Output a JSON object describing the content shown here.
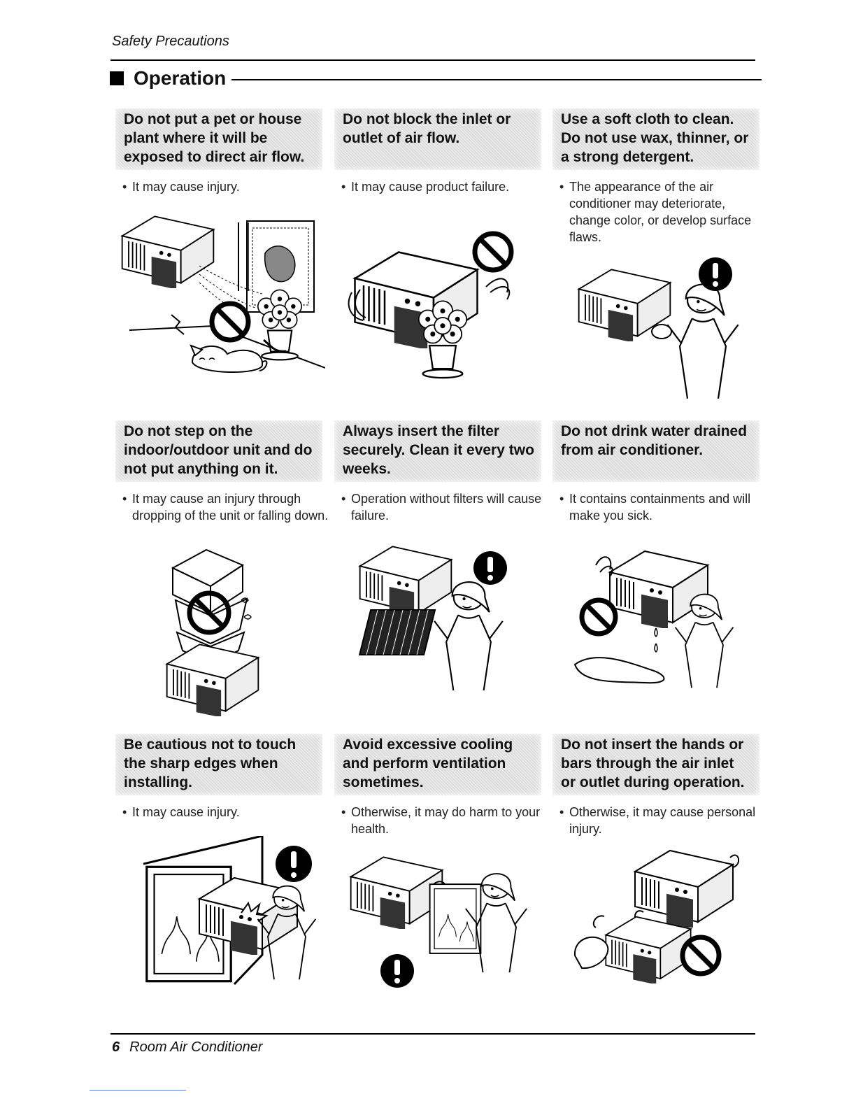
{
  "header": {
    "section_label": "Safety Precautions"
  },
  "section": {
    "title": "Operation"
  },
  "cards": [
    {
      "banner": "Do not put a pet or house plant where it will be exposed to direct air flow.",
      "bullet": "It may cause injury.",
      "icon": "prohibition-icon"
    },
    {
      "banner": "Do not block the inlet or outlet of  air flow.",
      "bullet": "It may cause product failure.",
      "icon": "prohibition-icon"
    },
    {
      "banner": "Use a soft cloth to clean. Do not use wax, thinner, or a strong detergent.",
      "bullet": "The appearance of the air conditioner may deteriorate, change color, or develop surface flaws.",
      "icon": "mandatory-icon"
    },
    {
      "banner": "Do not step on the indoor/outdoor unit and do not put anything on it.",
      "bullet": "It may cause an injury through dropping of the unit or falling down.",
      "icon": "prohibition-icon"
    },
    {
      "banner": "Always insert the filter securely. Clean it every two weeks.",
      "bullet": "Operation without filters will cause failure.",
      "icon": "mandatory-icon"
    },
    {
      "banner": "Do not drink water drained from air conditioner.",
      "bullet": "It contains containments and will make you sick.",
      "icon": "prohibition-icon"
    },
    {
      "banner": "Be cautious not to touch the sharp edges when installing.",
      "bullet": "It may cause injury.",
      "icon": "mandatory-icon"
    },
    {
      "banner": "Avoid excessive cooling and perform ventilation sometimes.",
      "bullet": "Otherwise, it may do harm to your health.",
      "icon": "mandatory-icon"
    },
    {
      "banner": "Do not insert the hands or bars through the air inlet or outlet during operation.",
      "bullet": "Otherwise, it may cause personal injury.",
      "icon": "prohibition-icon"
    }
  ],
  "footer": {
    "page_number": "6",
    "title": "Room Air Conditioner"
  }
}
